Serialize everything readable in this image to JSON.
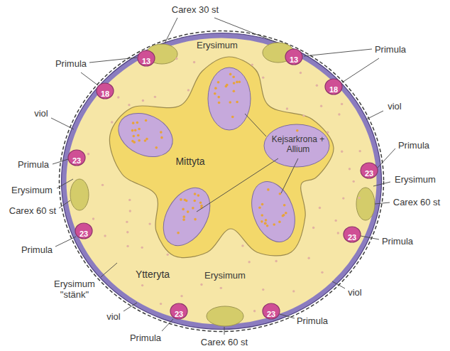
{
  "diagram": {
    "nodes": [
      {
        "text": [
          "Ytteryta"
        ]
      },
      {
        "text": [
          "Mittyta"
        ],
        "in": 0
      },
      {
        "text": [
          "13"
        ]
      },
      {
        "text": [
          "13"
        ]
      },
      {
        "text": [
          "18"
        ]
      },
      {
        "text": [
          "18"
        ]
      },
      {
        "text": [
          "23"
        ]
      },
      {
        "text": [
          "23"
        ]
      },
      {
        "text": [
          "23"
        ]
      },
      {
        "text": [
          "23"
        ]
      },
      {
        "text": [
          "23"
        ]
      },
      {
        "text": [
          "23"
        ]
      }
    ],
    "labels": [
      "Carex 30 st",
      "Erysimum",
      "Primula",
      "Primula",
      "viol",
      "viol",
      "Kejsarkrona + Allium",
      "Primula",
      "Primula",
      "Erysimum",
      "Erysimum",
      "Carex 60 st",
      "Carex 60 st",
      "Primula",
      "Primula",
      "Erysimum",
      "Erysimum \"stänk\"",
      "viol",
      "viol",
      "Primula",
      "Primula",
      "Carex 60 st"
    ]
  }
}
